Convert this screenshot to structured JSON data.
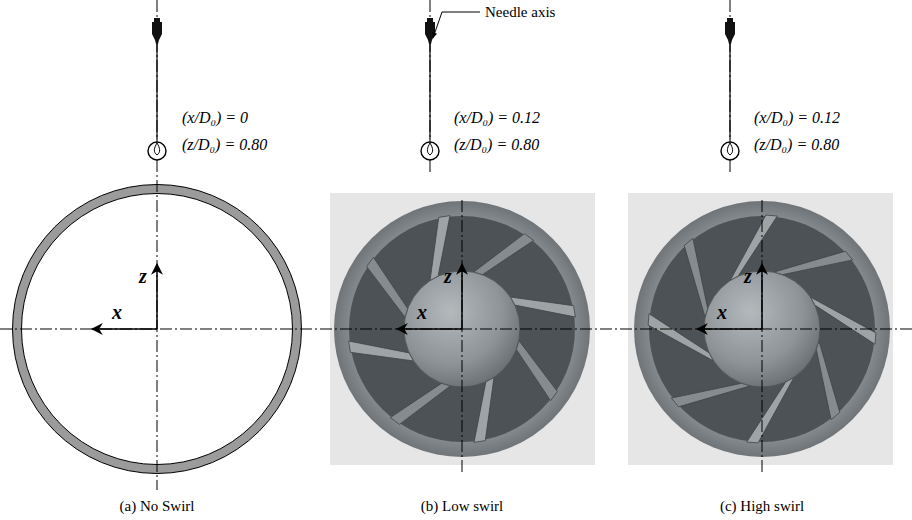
{
  "diagram": {
    "labels": [
      "Needle axis",
      "(x/D₀) = 0",
      "(z/D₀) = 0.80",
      "(x/D₀) = 0.12",
      "(z/D₀) = 0.80",
      "(x/D₀) = 0.12",
      "(z/D₀) = 0.80",
      "z",
      "x",
      "z",
      "x",
      "z",
      "x",
      "(a) No Swirl",
      "(b) Low swirl",
      "(c) High swirl"
    ]
  }
}
